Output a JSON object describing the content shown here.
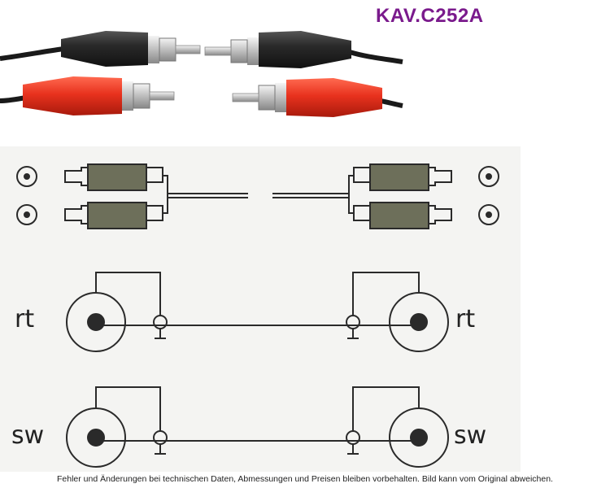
{
  "header": {
    "product_code": "KAV.C252A"
  },
  "diagram": {
    "labels": {
      "red_left": "rt",
      "red_right": "rt",
      "black_left": "sw",
      "black_right": "sw"
    }
  },
  "footer": {
    "disclaimer": "Fehler und Änderungen bei technischen Daten, Abmessungen und Preisen bleiben vorbehalten. Bild kann vom Original abweichen."
  },
  "colors": {
    "title": "#7a1a8c",
    "plug_red": "#e8321e",
    "plug_black": "#2a2a2a",
    "diagram_bg": "#f4f4f2",
    "ink": "#2a2a2a"
  },
  "icons": [
    "rca-plug-icon",
    "rca-jack-icon"
  ]
}
